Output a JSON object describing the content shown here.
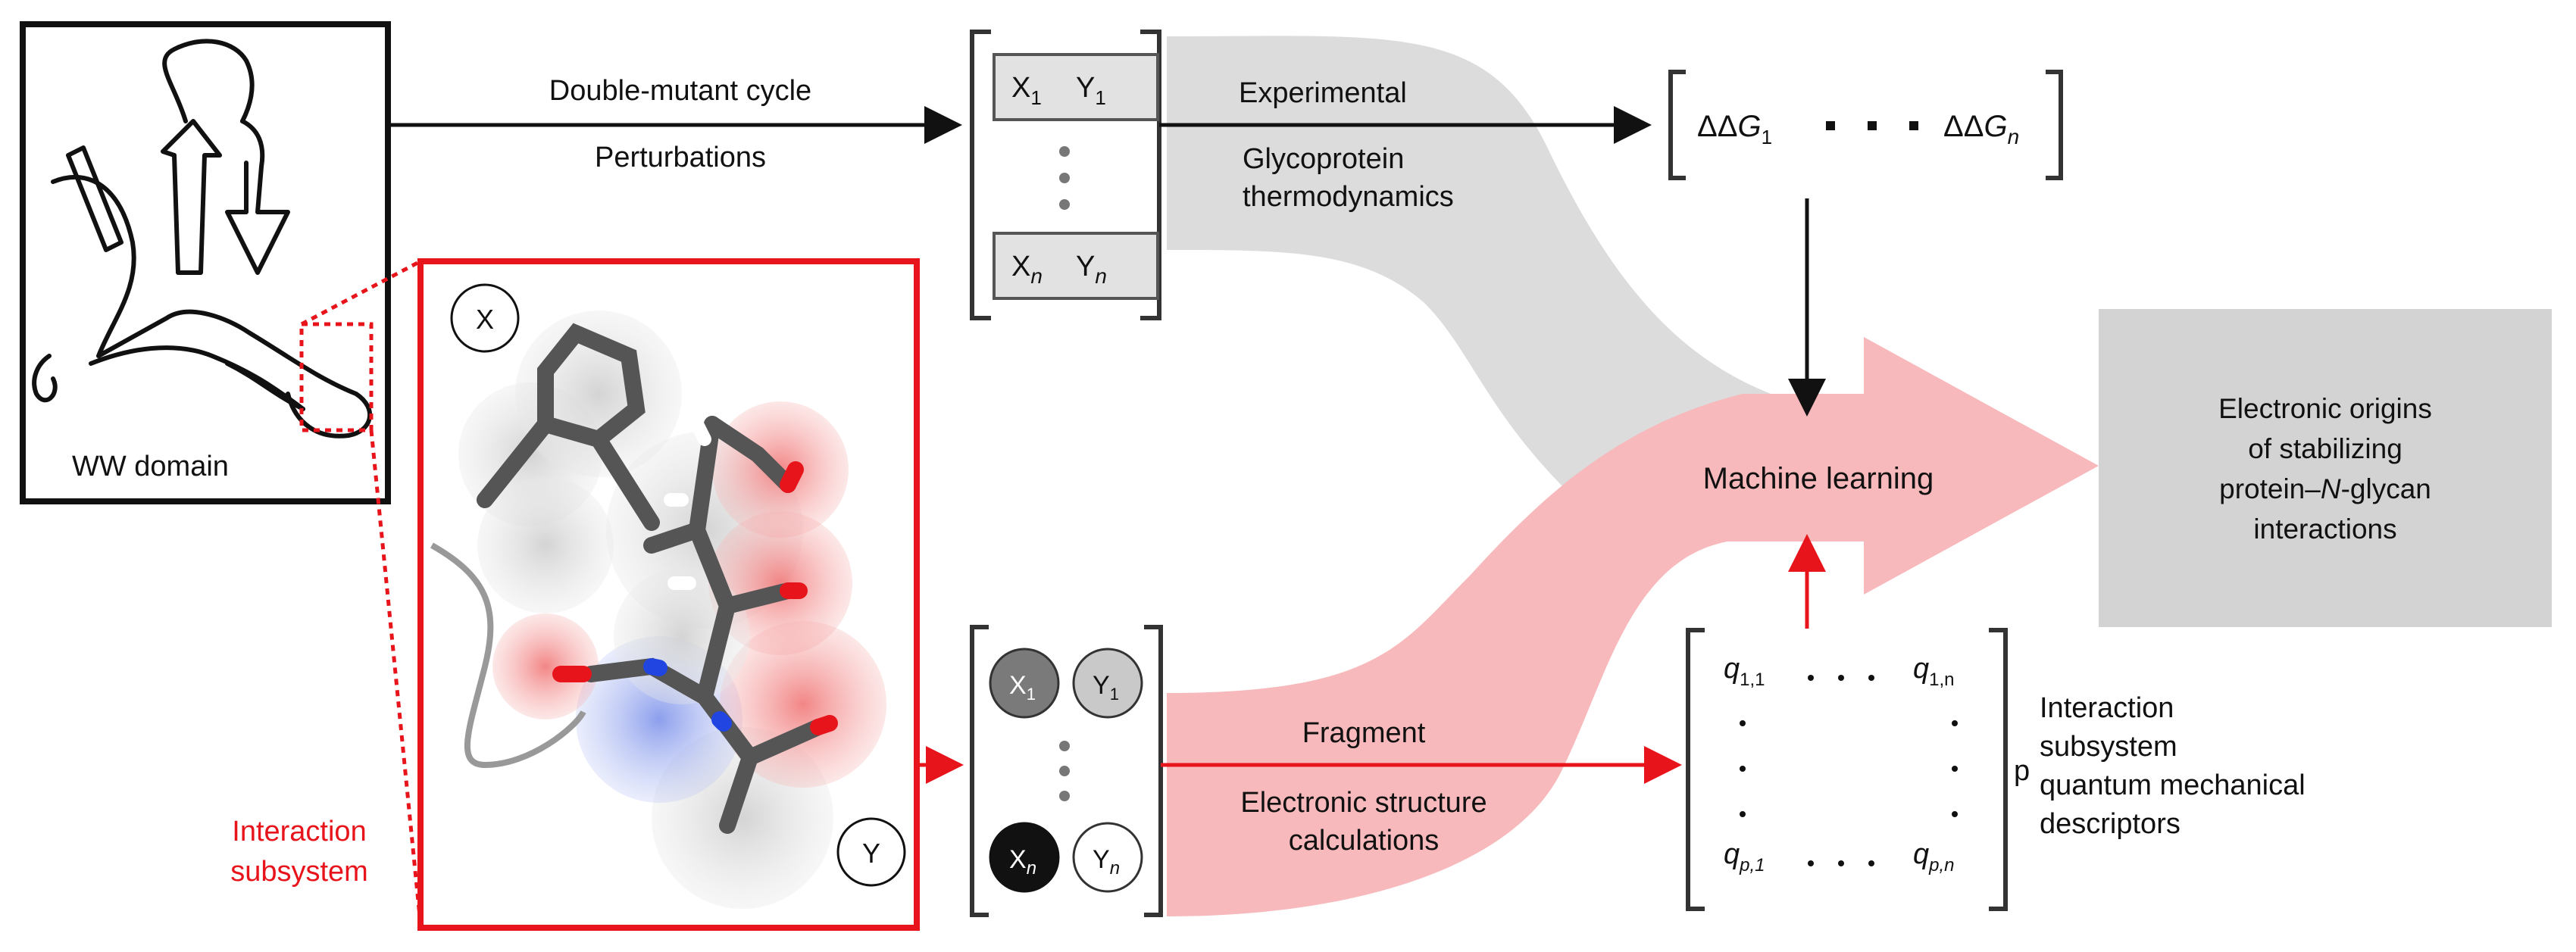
{
  "labels": {
    "ww_domain": "WW domain",
    "double_mutant": "Double-mutant cycle",
    "perturbations": "Perturbations",
    "experimental": "Experimental",
    "glycoprotein": "Glycoprotein",
    "thermodynamics": "thermodynamics",
    "machine_learning": "Machine learning",
    "fragment": "Fragment",
    "electronic_structure": "Electronic structure",
    "calculations": "calculations",
    "interaction": "Interaction",
    "subsystem": "subsystem",
    "desc_line1": "Interaction",
    "desc_line2": "subsystem",
    "desc_line3": "quantum mechanical",
    "desc_line4": "descriptors",
    "p_label": "p",
    "origins_line1": "Electronic origins",
    "origins_line2": "of stabilizing",
    "origins_line3_pre": "protein–",
    "origins_line3_n": "N",
    "origins_line3_post": "-glycan",
    "origins_line4": "interactions",
    "x_circle": "X",
    "y_circle": "Y"
  },
  "matrix_top": {
    "x1": "X",
    "x1_sub": "1",
    "y1": "Y",
    "y1_sub": "1",
    "xn": "X",
    "xn_sub": "n",
    "yn": "Y",
    "yn_sub": "n"
  },
  "matrix_bottom": {
    "x1": "X",
    "x1_sub": "1",
    "y1": "Y",
    "y1_sub": "1",
    "xn": "X",
    "xn_sub": "n",
    "yn": "Y",
    "yn_sub": "n"
  },
  "ddg": {
    "prefix": "ΔΔ",
    "g": "G",
    "sub1": "1",
    "subn": "n"
  },
  "q_matrix": {
    "q": "q",
    "s11": "1,1",
    "s1n": "1,n",
    "sp1": "p,1",
    "spn": "p,n"
  },
  "colors": {
    "red": "#e8141b",
    "pink": "#f7b9bb",
    "gray_band": "#dcdcdc",
    "gray_box": "#d3d3d3"
  }
}
